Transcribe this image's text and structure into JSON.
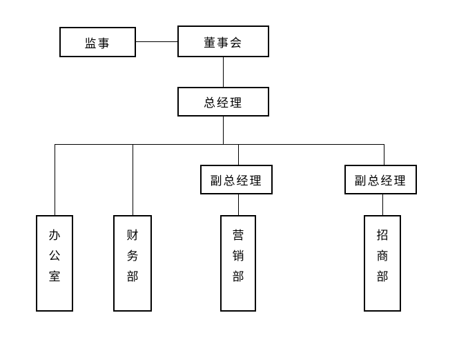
{
  "diagram": {
    "type": "organization-chart",
    "background_color": "#ffffff",
    "line_color": "#000000",
    "text_color": "#000000",
    "nodes": [
      {
        "id": "supervisor",
        "label": "监事",
        "text_direction": "horizontal"
      },
      {
        "id": "board",
        "label": "董事会",
        "text_direction": "horizontal"
      },
      {
        "id": "general-manager",
        "label": "总经理",
        "text_direction": "horizontal"
      },
      {
        "id": "deputy-gm-1",
        "label": "副总经理",
        "text_direction": "horizontal"
      },
      {
        "id": "deputy-gm-2",
        "label": "副总经理",
        "text_direction": "horizontal"
      },
      {
        "id": "office",
        "label": "办公室",
        "text_direction": "vertical"
      },
      {
        "id": "finance-dept",
        "label": "财务部",
        "text_direction": "vertical"
      },
      {
        "id": "marketing-dept",
        "label": "营销部",
        "text_direction": "vertical"
      },
      {
        "id": "investment-dept",
        "label": "招商部",
        "text_direction": "vertical"
      }
    ],
    "edges": [
      {
        "from": "supervisor",
        "to": "board"
      },
      {
        "from": "board",
        "to": "general-manager"
      },
      {
        "from": "general-manager",
        "to": "office"
      },
      {
        "from": "general-manager",
        "to": "finance-dept"
      },
      {
        "from": "general-manager",
        "to": "deputy-gm-1"
      },
      {
        "from": "general-manager",
        "to": "deputy-gm-2"
      },
      {
        "from": "deputy-gm-1",
        "to": "marketing-dept"
      },
      {
        "from": "deputy-gm-2",
        "to": "investment-dept"
      }
    ]
  }
}
